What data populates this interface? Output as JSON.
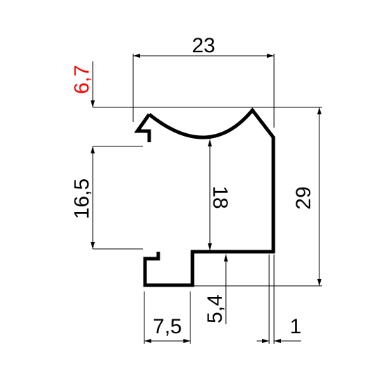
{
  "diagram": {
    "colors": {
      "line": "#000000",
      "highlight": "#ff0000",
      "background": "#ffffff"
    },
    "dimensions": {
      "top_width": "23",
      "top_offset": "6,7",
      "left_height": "16,5",
      "inner_height": "18",
      "total_height": "29",
      "bottom_step": "5,4",
      "bottom_width": "7,5",
      "wall_thickness": "1"
    }
  }
}
